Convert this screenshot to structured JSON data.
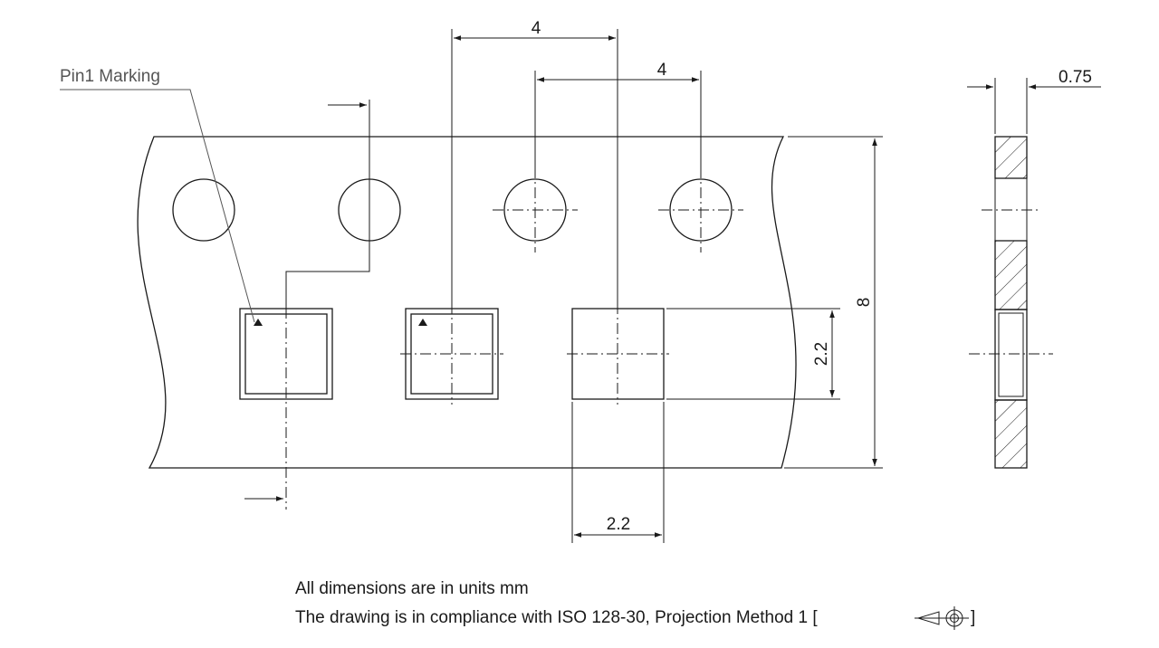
{
  "labels": {
    "pin1_marking": "Pin1 Marking"
  },
  "dimensions": {
    "pocket_pitch": "4",
    "sprocket_hole_pitch": "4",
    "tape_thickness": "0.75",
    "tape_width": "8",
    "pocket_height": "2.2",
    "pocket_width": "2.2"
  },
  "notes": {
    "units": "All dimensions are in units mm",
    "compliance": "The drawing is in compliance with ISO 128-30, Projection Method 1 [",
    "compliance_close": "]"
  },
  "projection_symbol": "first-angle-projection-symbol"
}
